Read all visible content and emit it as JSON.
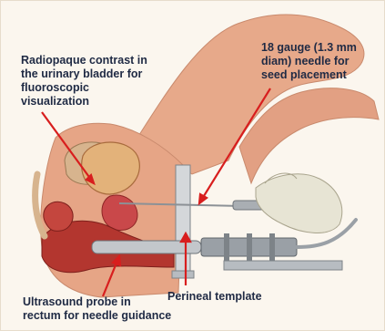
{
  "labels": {
    "contrast": "Radiopaque contrast in\nthe urinary bladder for\nfluoroscopic\nvisualization",
    "needle": "18 gauge (1.3 mm\ndiam) needle for\nseed placement",
    "template": "Perineal template",
    "probe": "Ultrasound probe in\nrectum for needle guidance"
  },
  "colors": {
    "text": "#1f2a44",
    "arrow": "#d81e1e",
    "skin": "#e7a98a",
    "skin_shadow": "#c98a6d",
    "tissue": "#b3362f",
    "bladder": "#e3b27a",
    "metal": "#9aa0a6",
    "glove": "#e7e4d4",
    "background": "#fbf6ee"
  }
}
